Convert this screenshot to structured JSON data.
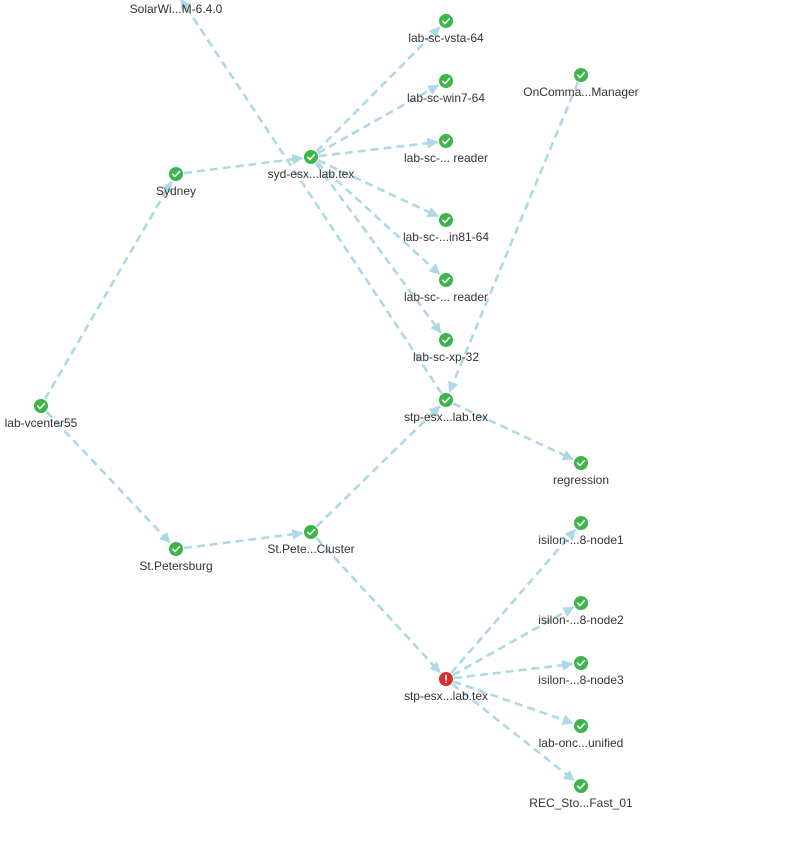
{
  "colors": {
    "edge": "#add8e6",
    "ok": "#3cb54a",
    "error": "#d32f2f",
    "label": "#333333"
  },
  "nodes": [
    {
      "id": "solarwinds",
      "label": "SolarWi...M-6.4.0",
      "status": "ok"
    },
    {
      "id": "vsta",
      "label": "lab-sc-vsta-64",
      "status": "ok"
    },
    {
      "id": "win7",
      "label": "lab-sc-win7-64",
      "status": "ok"
    },
    {
      "id": "oncommand",
      "label": "OnComma...Manager",
      "status": "ok"
    },
    {
      "id": "reader1",
      "label": "lab-sc-... reader",
      "status": "ok"
    },
    {
      "id": "sydney",
      "label": "Sydney",
      "status": "ok"
    },
    {
      "id": "sydesx",
      "label": "syd-esx...lab.tex",
      "status": "ok"
    },
    {
      "id": "win81",
      "label": "lab-sc-...in81-64",
      "status": "ok"
    },
    {
      "id": "reader2",
      "label": "lab-sc-... reader",
      "status": "ok"
    },
    {
      "id": "xp32",
      "label": "lab-sc-xp-32",
      "status": "ok"
    },
    {
      "id": "vcenter",
      "label": "lab-vcenter55",
      "status": "ok"
    },
    {
      "id": "stpesx1",
      "label": "stp-esx...lab.tex",
      "status": "ok"
    },
    {
      "id": "regression",
      "label": "regression",
      "status": "ok"
    },
    {
      "id": "isilon1",
      "label": "isilon-...8-node1",
      "status": "ok"
    },
    {
      "id": "stpete",
      "label": "St.Petersburg",
      "status": "ok"
    },
    {
      "id": "stpcluster",
      "label": "St.Pete...Cluster",
      "status": "ok"
    },
    {
      "id": "isilon2",
      "label": "isilon-...8-node2",
      "status": "ok"
    },
    {
      "id": "isilon3",
      "label": "isilon-...8-node3",
      "status": "ok"
    },
    {
      "id": "stpesx2",
      "label": "stp-esx...lab.tex",
      "status": "error"
    },
    {
      "id": "labonc",
      "label": "lab-onc...unified",
      "status": "ok"
    },
    {
      "id": "recsto",
      "label": "REC_Sto...Fast_01",
      "status": "ok"
    }
  ],
  "edges": [
    {
      "from": "vcenter",
      "to": "sydney"
    },
    {
      "from": "vcenter",
      "to": "stpete"
    },
    {
      "from": "sydney",
      "to": "sydesx"
    },
    {
      "from": "sydesx",
      "to": "vsta"
    },
    {
      "from": "sydesx",
      "to": "win7"
    },
    {
      "from": "sydesx",
      "to": "reader1"
    },
    {
      "from": "sydesx",
      "to": "win81"
    },
    {
      "from": "sydesx",
      "to": "reader2"
    },
    {
      "from": "sydesx",
      "to": "xp32"
    },
    {
      "from": "stpete",
      "to": "stpcluster"
    },
    {
      "from": "stpcluster",
      "to": "stpesx1"
    },
    {
      "from": "stpcluster",
      "to": "stpesx2"
    },
    {
      "from": "stpesx1",
      "to": "regression"
    },
    {
      "from": "stpesx1",
      "to": "solarwinds"
    },
    {
      "from": "oncommand",
      "to": "stpesx1"
    },
    {
      "from": "stpesx2",
      "to": "isilon1"
    },
    {
      "from": "stpesx2",
      "to": "isilon2"
    },
    {
      "from": "stpesx2",
      "to": "isilon3"
    },
    {
      "from": "stpesx2",
      "to": "labonc"
    },
    {
      "from": "stpesx2",
      "to": "recsto"
    }
  ]
}
